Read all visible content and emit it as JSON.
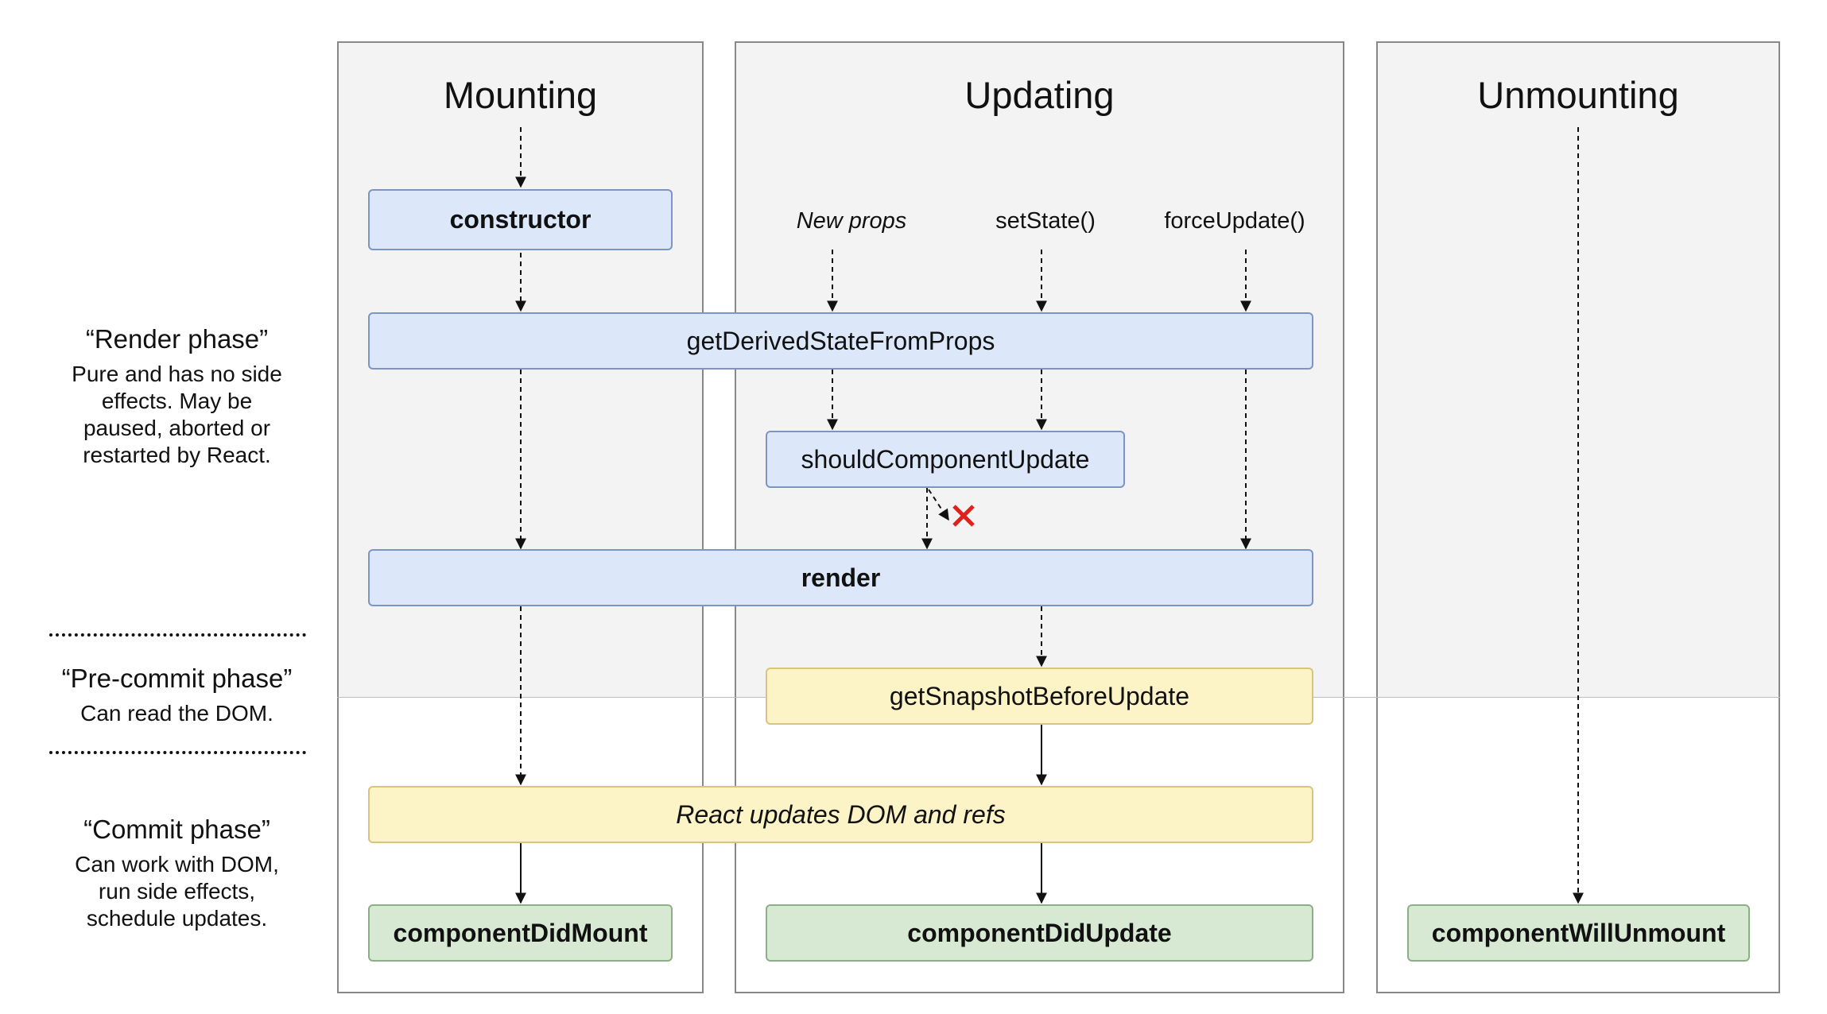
{
  "columns": {
    "mounting": "Mounting",
    "updating": "Updating",
    "unmounting": "Unmounting"
  },
  "triggers": {
    "new_props": "New props",
    "set_state": "setState()",
    "force_update": "forceUpdate()"
  },
  "methods": {
    "constructor": "constructor",
    "get_derived_state_from_props": "getDerivedStateFromProps",
    "should_component_update": "shouldComponentUpdate",
    "render": "render",
    "get_snapshot_before_update": "getSnapshotBeforeUpdate",
    "react_updates_dom": "React updates DOM and refs",
    "component_did_mount": "componentDidMount",
    "component_did_update": "componentDidUpdate",
    "component_will_unmount": "componentWillUnmount"
  },
  "phases": {
    "render": {
      "title": "“Render phase”",
      "lines": [
        "Pure and has no side",
        "effects. May be",
        "paused, aborted or",
        "restarted by React."
      ]
    },
    "precommit": {
      "title": "“Pre-commit phase”",
      "lines": [
        "Can read the DOM."
      ]
    },
    "commit": {
      "title": "“Commit phase”",
      "lines": [
        "Can work with DOM,",
        "run side effects,",
        "schedule updates."
      ]
    }
  },
  "colors": {
    "render_phase_box": "#dce8f9",
    "precommit_box": "#fcf3c6",
    "commit_box": "#d7e9d3",
    "abort_mark": "#e0201b"
  },
  "icons": {
    "abort": "x-mark-icon"
  }
}
